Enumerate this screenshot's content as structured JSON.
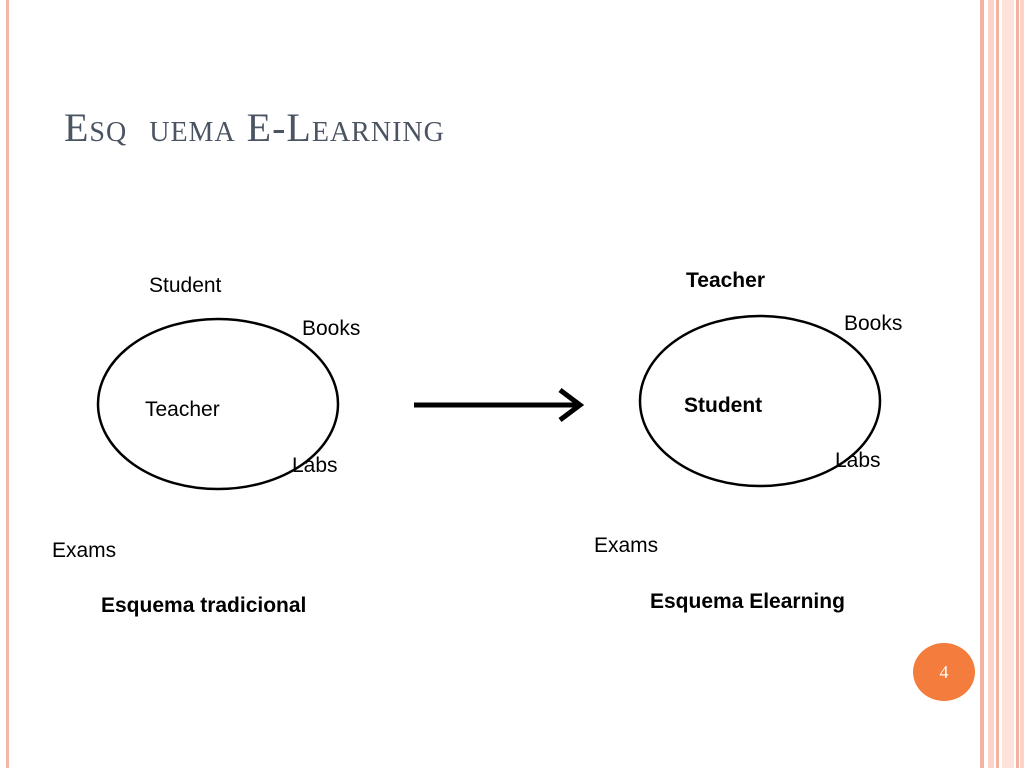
{
  "slide": {
    "title": "Esq  uema E-Learning",
    "page_number": "4"
  },
  "traditional": {
    "outer_top": "Student",
    "inner": "Teacher",
    "books": "Books",
    "labs": "Labs",
    "exams": "Exams",
    "caption": "Esquema tradicional"
  },
  "elearning": {
    "outer_top": "Teacher",
    "inner": "Student",
    "books": "Books",
    "labs": "Labs",
    "exams": "Exams",
    "caption": "Esquema Elearning"
  },
  "colors": {
    "accent": "#f47c3c",
    "border": "#f4b3a2",
    "title_text": "#4a5462"
  }
}
